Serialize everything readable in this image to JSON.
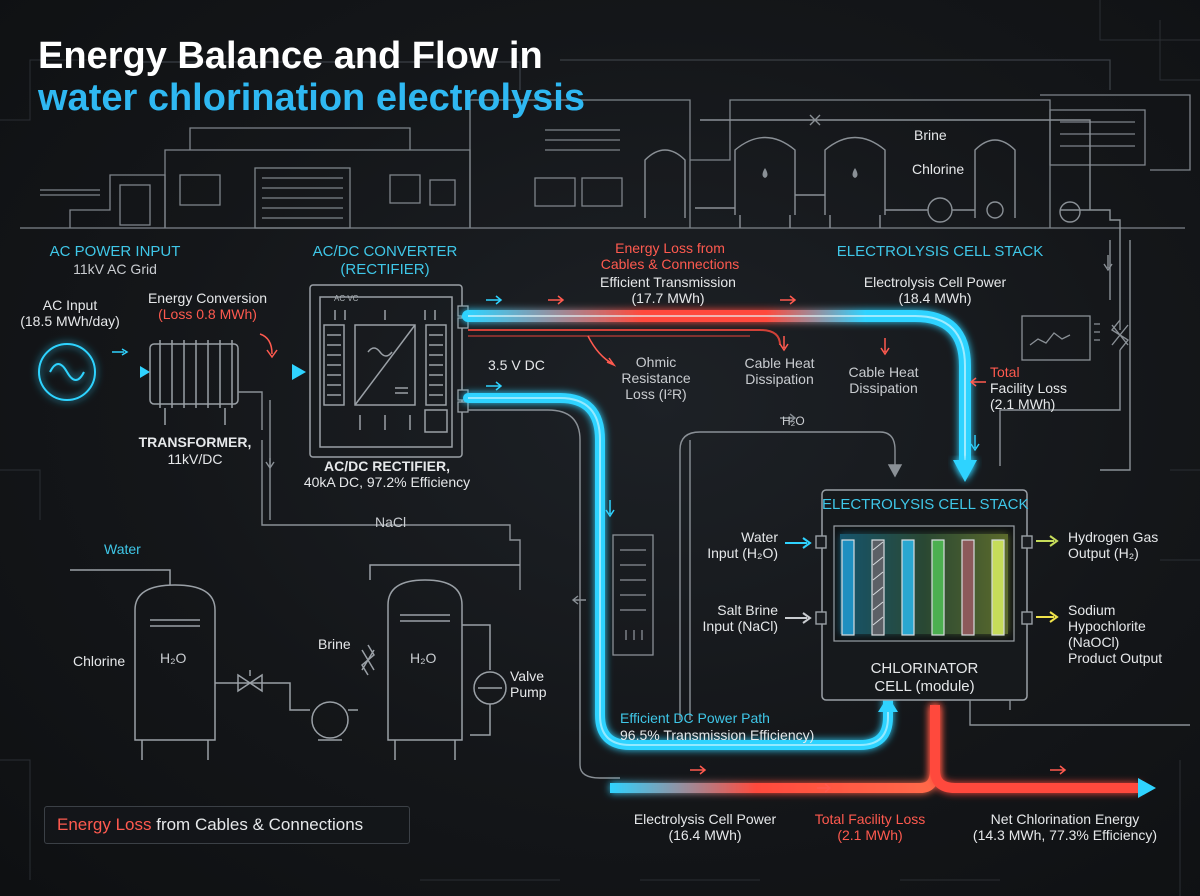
{
  "title": {
    "line1": "Energy Balance and Flow in",
    "line2": "water chlorination electrolysis"
  },
  "sections": {
    "ac_power_input": "AC POWER INPUT",
    "ac_grid": "11kV AC Grid",
    "converter_title_1": "AC/DC CONVERTER",
    "converter_title_2": "(RECTIFIER)",
    "energy_loss_1": "Energy Loss from",
    "energy_loss_2": "Cables & Connections",
    "cell_stack_top": "ELECTROLYSIS CELL STACK"
  },
  "labels": {
    "ac_input_1": "AC Input",
    "ac_input_2": "(18.5 MWh/day)",
    "energy_conversion": "Energy Conversion",
    "conversion_loss": "(Loss 0.8 MWh)",
    "transformer_1": "TRANSFORMER,",
    "transformer_2": "11kV/DC",
    "rectifier_1": "AC/DC RECTIFIER,",
    "rectifier_2": "40kA DC, 97.2% Efficiency",
    "dc_voltage": "3.5 V DC",
    "efficient_transmission_1": "Efficient Transmission",
    "efficient_transmission_2": "(17.7 MWh)",
    "cell_power_top_1": "Electrolysis Cell Power",
    "cell_power_top_2": "(18.4 MWh)",
    "ohmic_1": "Ohmic",
    "ohmic_2": "Resistance",
    "ohmic_3": "Loss (I²R)",
    "cable_heat_a_1": "Cable Heat",
    "cable_heat_a_2": "Dissipation",
    "cable_heat_b_1": "Cable Heat",
    "cable_heat_b_2": "Dissipation",
    "total_loss_top_1": "Total",
    "total_loss_top_2": "Facility Loss",
    "total_loss_top_3": "(2.1 MWh)",
    "brine_top": "Brine",
    "chlorine_top": "Chlorine",
    "h2o_mid": "H₂O",
    "nacl": "NaCl",
    "water": "Water",
    "chlorine_left": "Chlorine",
    "brine_left": "Brine",
    "tank1": "H₂O",
    "tank2": "H₂O",
    "valve_pump_1": "Valve",
    "valve_pump_2": "Pump",
    "stack_title": "ELECTROLYSIS CELL STACK",
    "water_input_1": "Water",
    "water_input_2": "Input (H₂O)",
    "brine_input_1": "Salt Brine",
    "brine_input_2": "Input (NaCl)",
    "hydrogen_1": "Hydrogen Gas",
    "hydrogen_2": "Output (H₂)",
    "sodium_1": "Sodium",
    "sodium_2": "Hypochlorite",
    "sodium_3": "(NaOCl)",
    "sodium_4": "Product Output",
    "chlorinator_1": "CHLORINATOR",
    "chlorinator_2": "CELL (module)",
    "dc_path_1": "Efficient DC Power Path",
    "dc_path_2": "96.5% Transmission Efficiency)",
    "cell_power_bottom_1": "Electrolysis Cell Power",
    "cell_power_bottom_2": "(16.4 MWh)",
    "total_loss_bottom_1": "Total Facility Loss",
    "total_loss_bottom_2": "(2.1 MWh)",
    "net_energy_1": "Net Chlorination Energy",
    "net_energy_2": "(14.3 MWh, 77.3% Efficiency)",
    "rectifier_panel_label": "AC VC"
  },
  "legend": {
    "highlight": "Energy Loss",
    "rest": " from Cables & Connections"
  },
  "colors": {
    "dc_flow": "#2fd3ff",
    "loss_flow": "#ff4a3d",
    "line": "#8a9096",
    "heading_cyan": "#3fc7e8"
  }
}
